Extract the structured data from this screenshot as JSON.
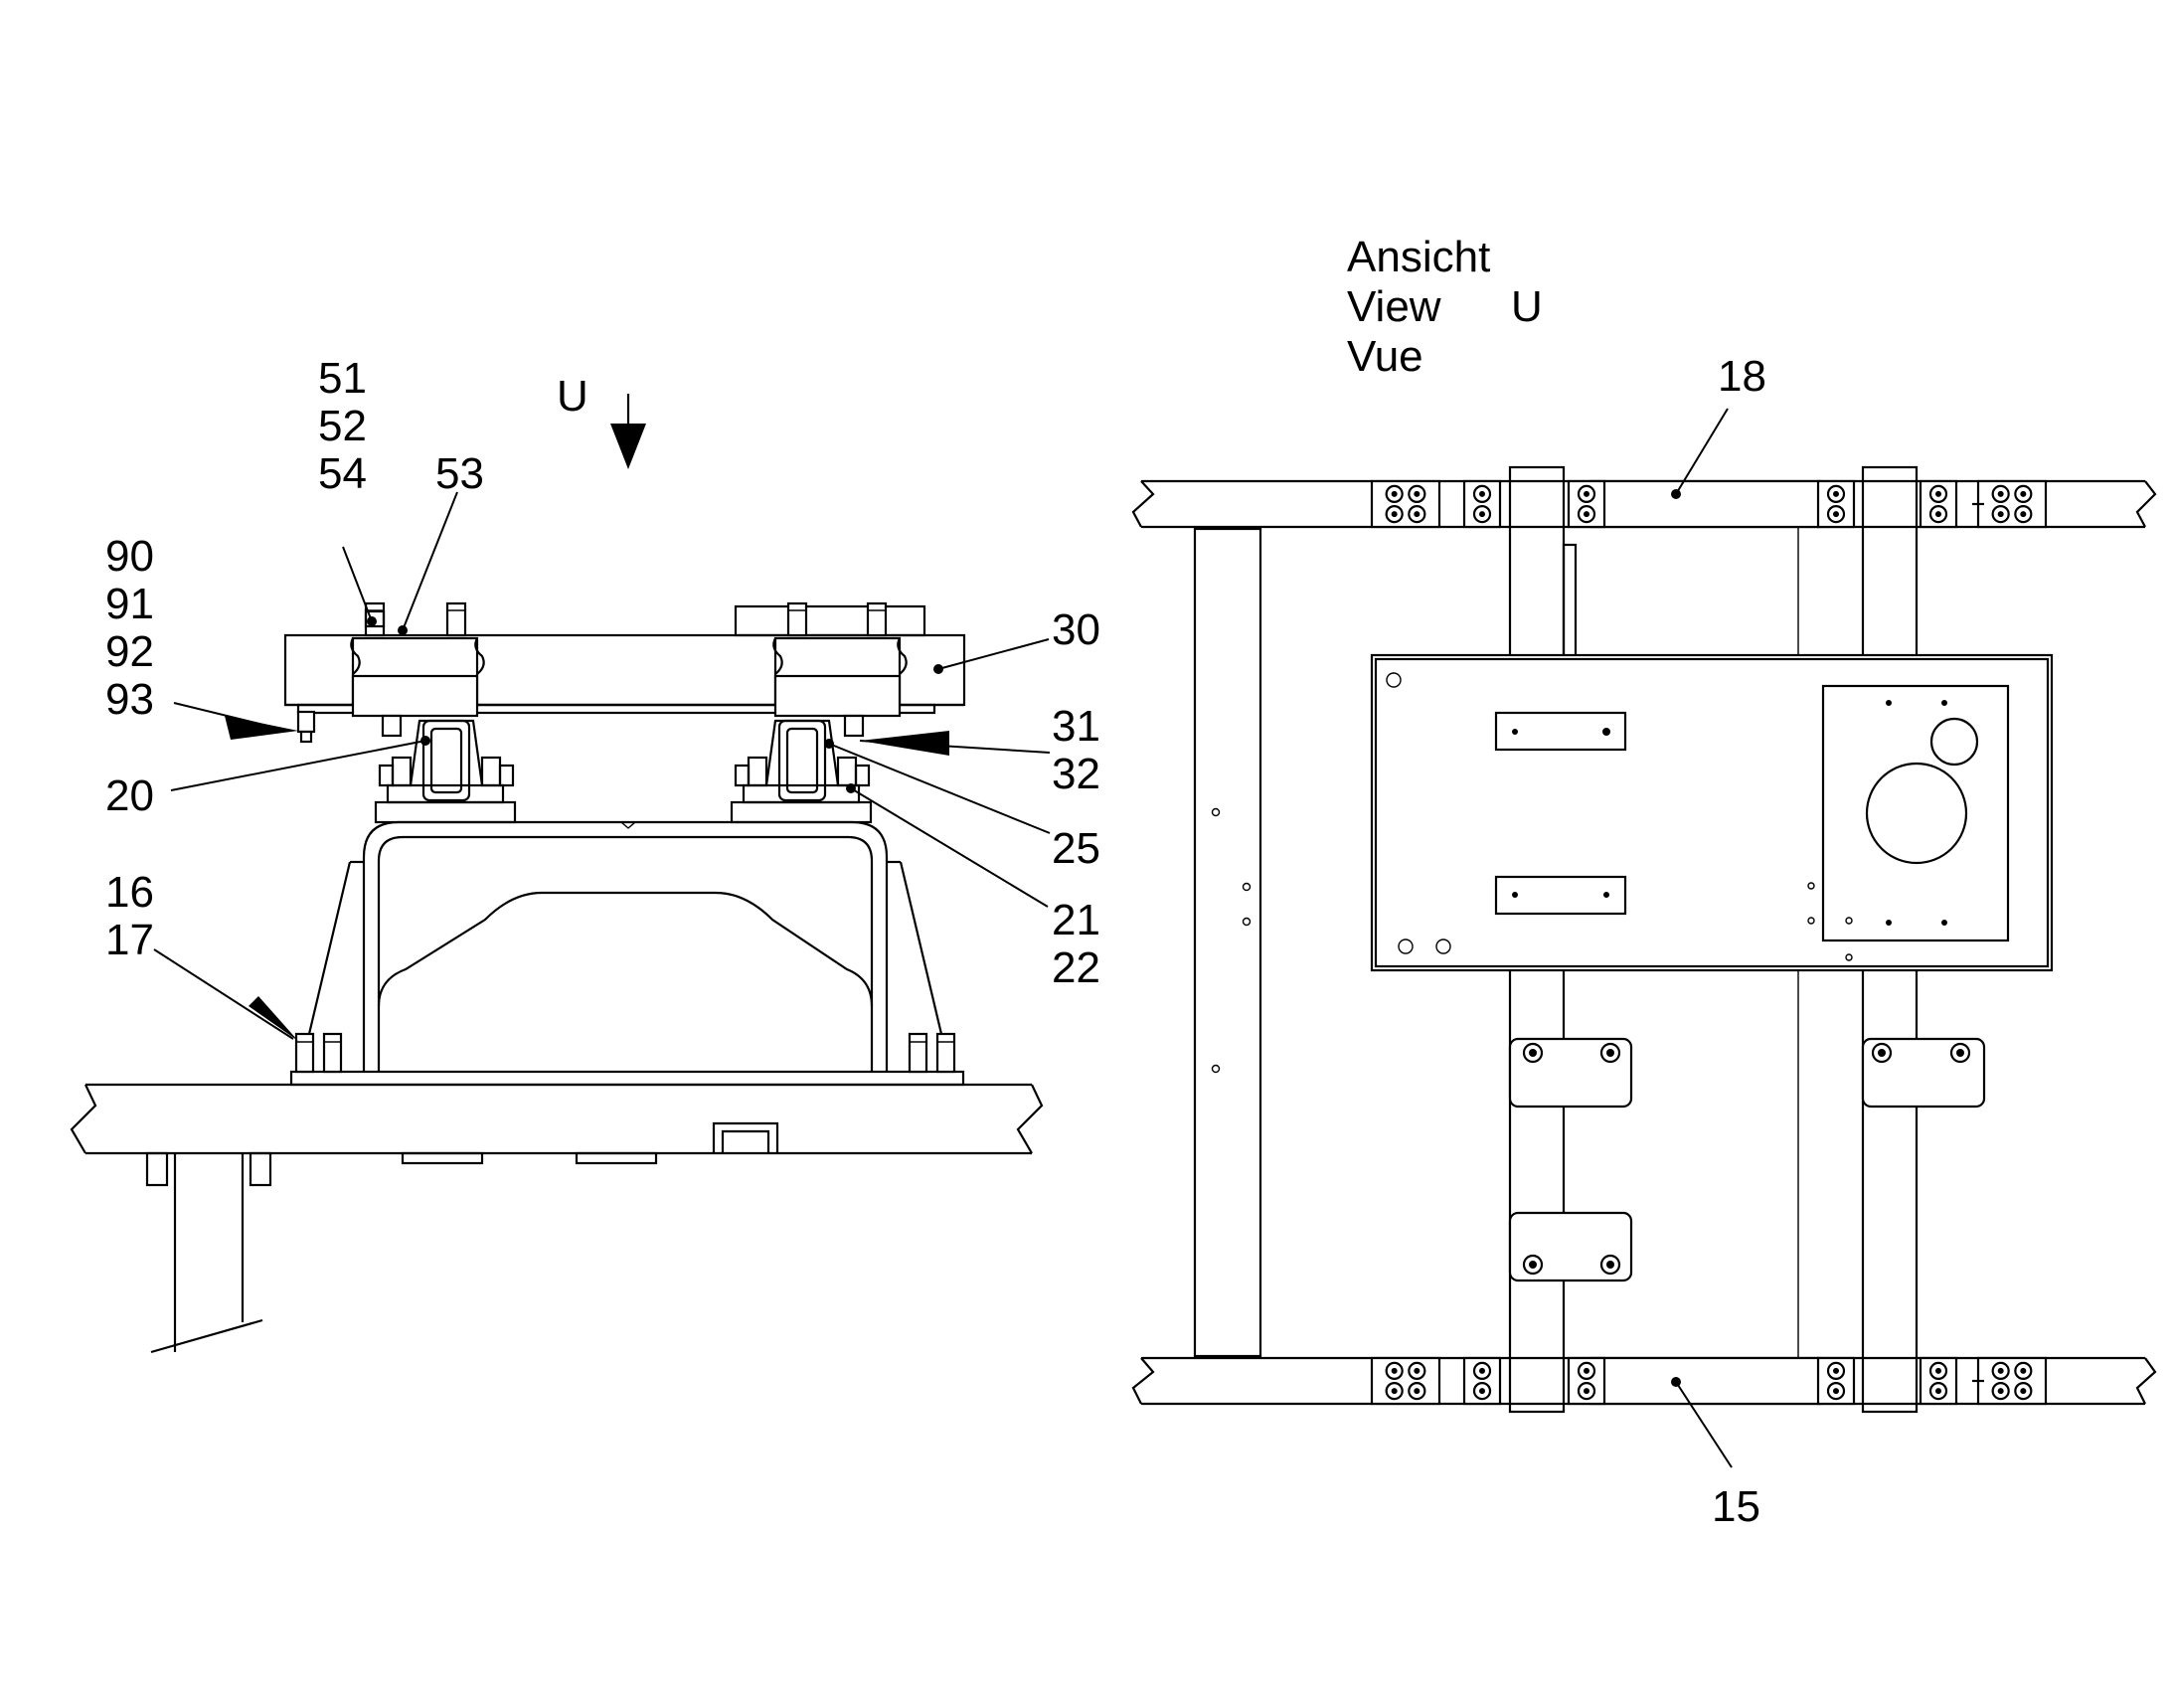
{
  "view_title": {
    "de": "Ansicht",
    "en": "View",
    "fr": "Vue",
    "view_letter": "U"
  },
  "view_arrow_label": "U",
  "callouts": {
    "c51": "51",
    "c52": "52",
    "c54": "54",
    "c53": "53",
    "c90": "90",
    "c91": "91",
    "c92": "92",
    "c93": "93",
    "c20": "20",
    "c16": "16",
    "c17": "17",
    "c30": "30",
    "c31": "31",
    "c32": "32",
    "c25": "25",
    "c21": "21",
    "c22": "22",
    "c18": "18",
    "c15": "15"
  }
}
